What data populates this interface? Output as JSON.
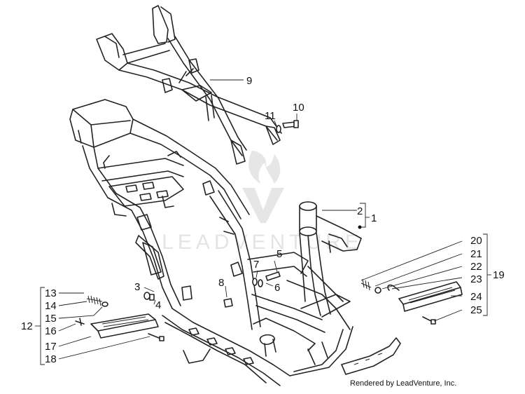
{
  "watermark": {
    "text": "LEADVENTURE",
    "color": "#e6e6e6"
  },
  "callouts": [
    "1",
    "2",
    "3",
    "4",
    "5",
    "6",
    "7",
    "8",
    "9",
    "10",
    "11",
    "12",
    "13",
    "14",
    "15",
    "16",
    "17",
    "18",
    "19",
    "20",
    "21",
    "22",
    "23",
    "24",
    "25"
  ],
  "footer": "Rendered by LeadVenture, Inc."
}
